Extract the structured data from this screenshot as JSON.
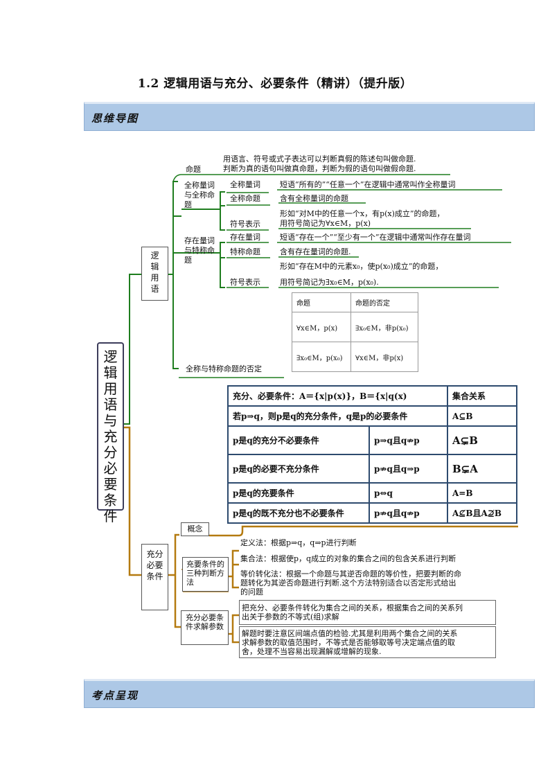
{
  "title": "1.2 逻辑用语与充分、必要条件（精讲）（提升版）",
  "banners": {
    "mindmap": "思维导图",
    "exam": "考点呈现"
  },
  "root": "逻辑用语与充分必要条件",
  "logic": {
    "label": "逻辑用语",
    "proposition": {
      "label": "命题",
      "def1": "用语言、符号或式子表达可以判断真假的陈述句叫做命题.",
      "def2": "判断为真的语句叫做真命题，判断为假的语句叫做假命题."
    },
    "universal": {
      "label": "全称量词与全称命题",
      "q_label": "全称量词",
      "q_text": "短语“所有的”“任意一个”在逻辑中通常叫作全称量词",
      "p_label": "全称命题",
      "p_text": "含有全称量词的命题",
      "s_label": "符号表示",
      "s_text1": "形如“对M中的任意一个x，有p(x)成立”的命题，",
      "s_text2": "用符号简记为∀x∈M，p(x)"
    },
    "existential": {
      "label": "存在量词与特称命题",
      "q_label": "存在量词",
      "q_text": "短语“存在一个”“至少有一个”在逻辑中通常叫作存在量词",
      "p_label": "特称命题",
      "p_text": "含有存在量词的命题.",
      "s_label": "符号表示",
      "s_text1": "形如“存在M中的元素x₀，使p(x₀)成立”的命题，",
      "s_text2": "用符号简记为∃x₀∈M，p(x₀)."
    },
    "negation": {
      "label": "全称与特称命题的否定",
      "table": [
        [
          "命题",
          "命题的否定"
        ],
        [
          "∀x∈M，p(x)",
          "∃x₀∈M，非p(x₀)"
        ],
        [
          "∃x₀∈M，p(x₀)",
          "∀x∈M，非p(x)"
        ]
      ]
    }
  },
  "sufficient": {
    "label": "充分必要条件",
    "table": {
      "header": [
        "充分、必要条件：A＝{x|p(x)}，B＝{x|q(x)",
        "集合关系"
      ],
      "row1": [
        "若p⇒q，则p是q的充分条件，q是p的必要条件",
        "A⊆B"
      ],
      "rows": [
        [
          "p是q的充分不必要条件",
          "p⇒q且q⇏p",
          "A⊊B"
        ],
        [
          "p是q的必要不充分条件",
          "p⇏q且q⇒p",
          "B⊊A"
        ],
        [
          "p是q的充要条件",
          "p⇔q",
          "A=B"
        ],
        [
          "p是q的既不充分也不必要条件",
          "p⇏q且q⇏p",
          "A⊈B且A⊉B"
        ]
      ]
    },
    "concept": "概念",
    "methods": {
      "label": "充要条件的三种判断方法",
      "m1": "定义法：根据p⇒q，q⇒p进行判断",
      "m2": "集合法：根据使p，q成立的对象的集合之间的包含关系进行判断",
      "m3a": "等价转化法：根据一个命题与其逆否命题的等价性，把要判断的命",
      "m3b": "题转化为其逆否命题进行判断.这个方法特别适合以否定形式给出",
      "m3c": "的问题"
    },
    "params": {
      "label": "充分必要条件求解参数",
      "p1a": "把充分、必要条件转化为集合之间的关系，根据集合之间的关系列",
      "p1b": "出关于参数的不等式(组)求解",
      "p2a": "解题时要注意区间端点值的检验.尤其是利用两个集合之间的关系",
      "p2b": "求解参数的取值范围时，不等式是否能够取等号决定端点值的取",
      "p2c": "舍，处理不当容易出现漏解或增解的现象."
    }
  },
  "colors": {
    "green": "#1e7d1e",
    "gold": "#b47a10",
    "banner": "#adc8e6"
  }
}
